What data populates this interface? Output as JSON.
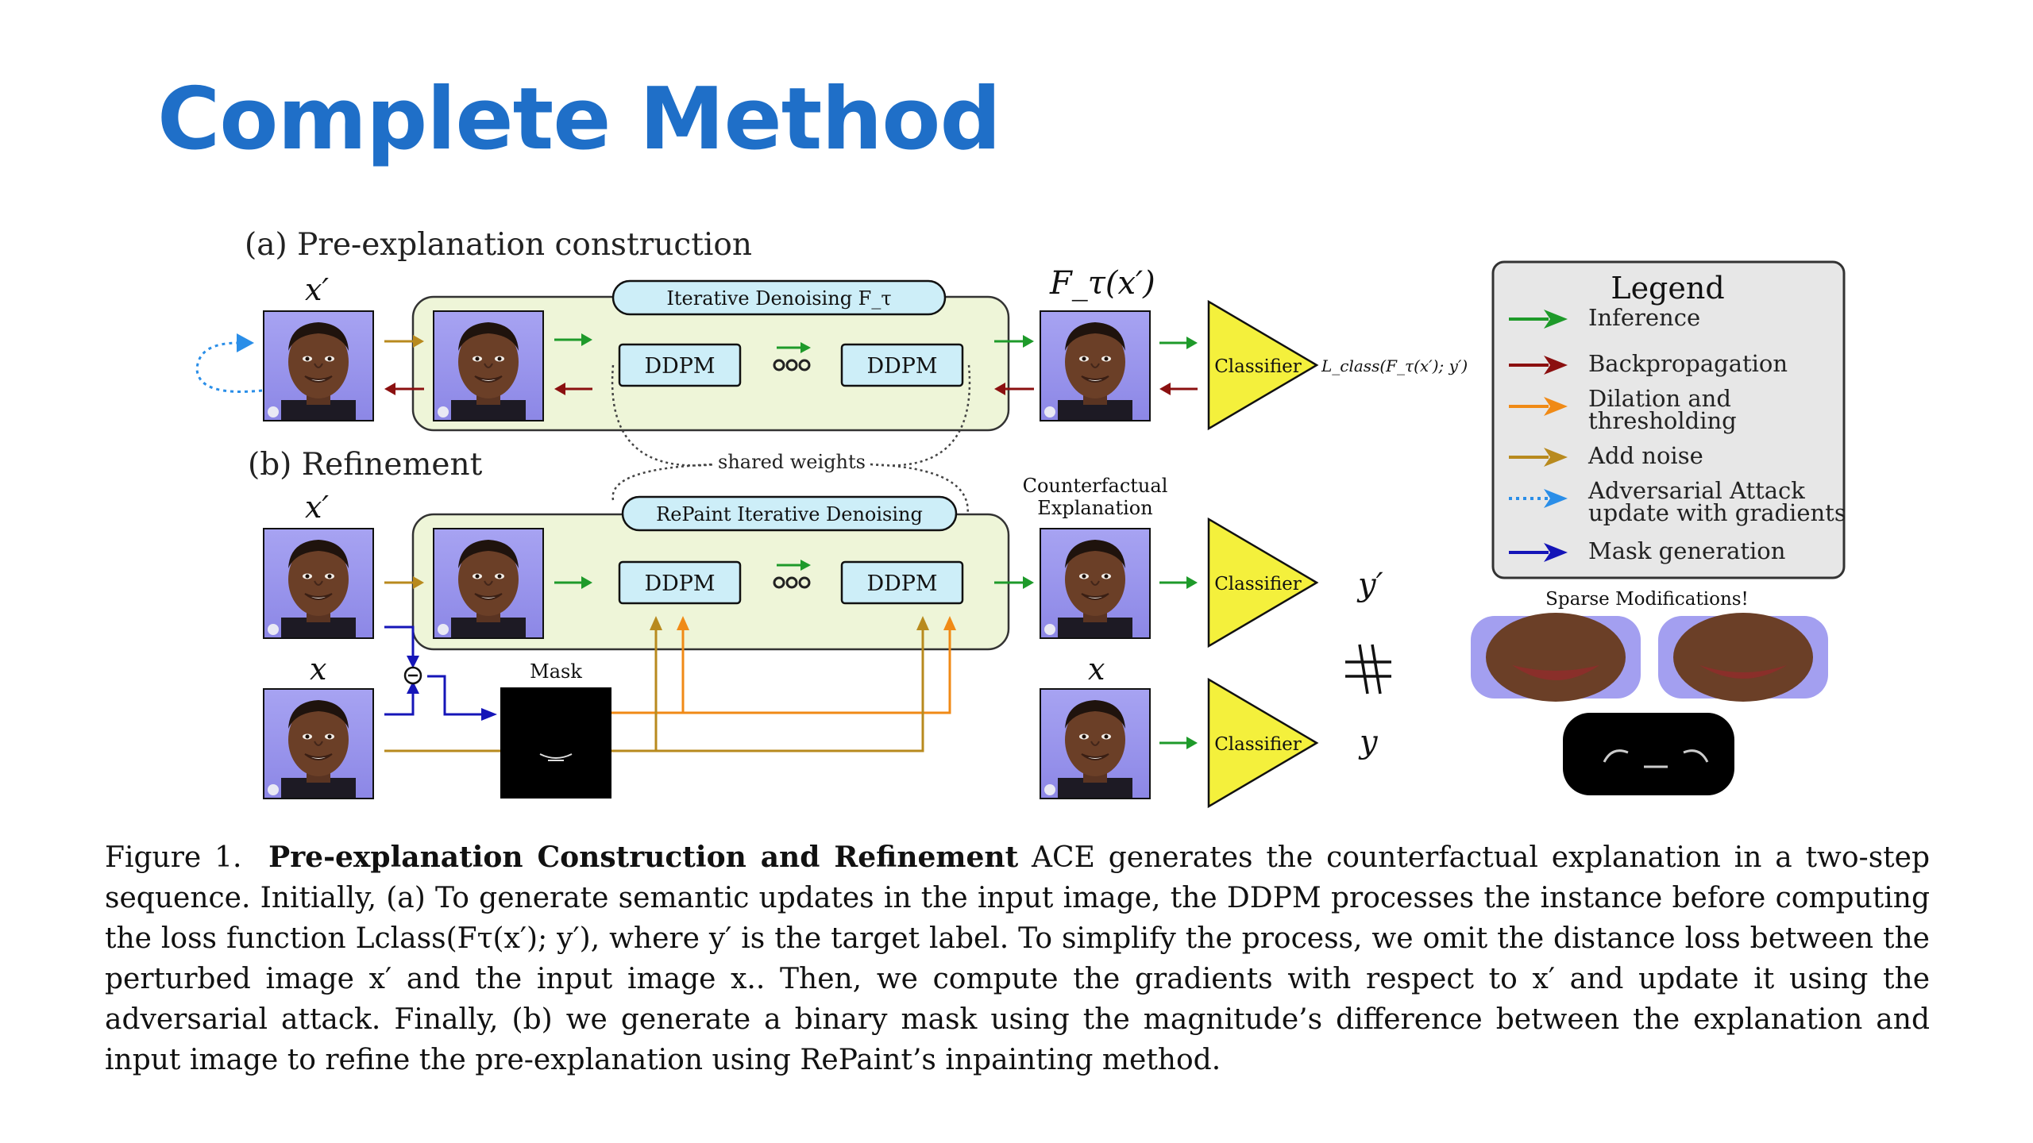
{
  "slide": {
    "title": "Complete Method"
  },
  "diagram": {
    "section_a": "(a) Pre-explanation construction",
    "section_b": "(b) Refinement",
    "label_xprime": "x′",
    "label_x": "x",
    "label_f_tau": "F_τ(x′)",
    "iterative_denoising": "Iterative Denoising F_τ",
    "repaint_denoising": "RePaint Iterative Denoising",
    "ddpm": "DDPM",
    "shared_weights": "shared weights",
    "classifier": "Classifier",
    "loss": "L_class(F_τ(x′); y′)",
    "counterfactual": "Counterfactual",
    "explanation": "Explanation",
    "label_yprime": "y′",
    "label_y": "y",
    "mask": "Mask",
    "sparse": "Sparse Modifications!",
    "legend": {
      "title": "Legend",
      "items": [
        {
          "line1": "Inference",
          "line2": "",
          "color": "#1e9a2a",
          "style": "solid"
        },
        {
          "line1": "Backpropagation",
          "line2": "",
          "color": "#8b1010",
          "style": "solid"
        },
        {
          "line1": "Dilation and",
          "line2": "thresholding",
          "color": "#f08a16",
          "style": "solid"
        },
        {
          "line1": "Add noise",
          "line2": "",
          "color": "#b88a1e",
          "style": "solid"
        },
        {
          "line1": "Adversarial Attack",
          "line2": "update with gradients",
          "color": "#2a8ee8",
          "style": "dotted"
        },
        {
          "line1": "Mask generation",
          "line2": "",
          "color": "#1515b8",
          "style": "solid"
        }
      ]
    }
  },
  "caption": {
    "figure_label": "Figure 1.",
    "bold_title": "Pre-explanation Construction and Refinement",
    "text": " ACE generates the counterfactual explanation in a two-step sequence. Initially, (a) To generate semantic updates in the input image, the DDPM processes the instance before computing the loss function Lclass(Fτ(x′); y′), where y′ is the target label. To simplify the process, we omit the distance loss between the perturbed image x′ and the input image x.. Then, we compute the gradients with respect to x′ and update it using the adversarial attack. Finally, (b) we generate a binary mask using the magnitude’s difference between the explanation and input image to refine the pre-explanation using RePaint’s inpainting method."
  }
}
